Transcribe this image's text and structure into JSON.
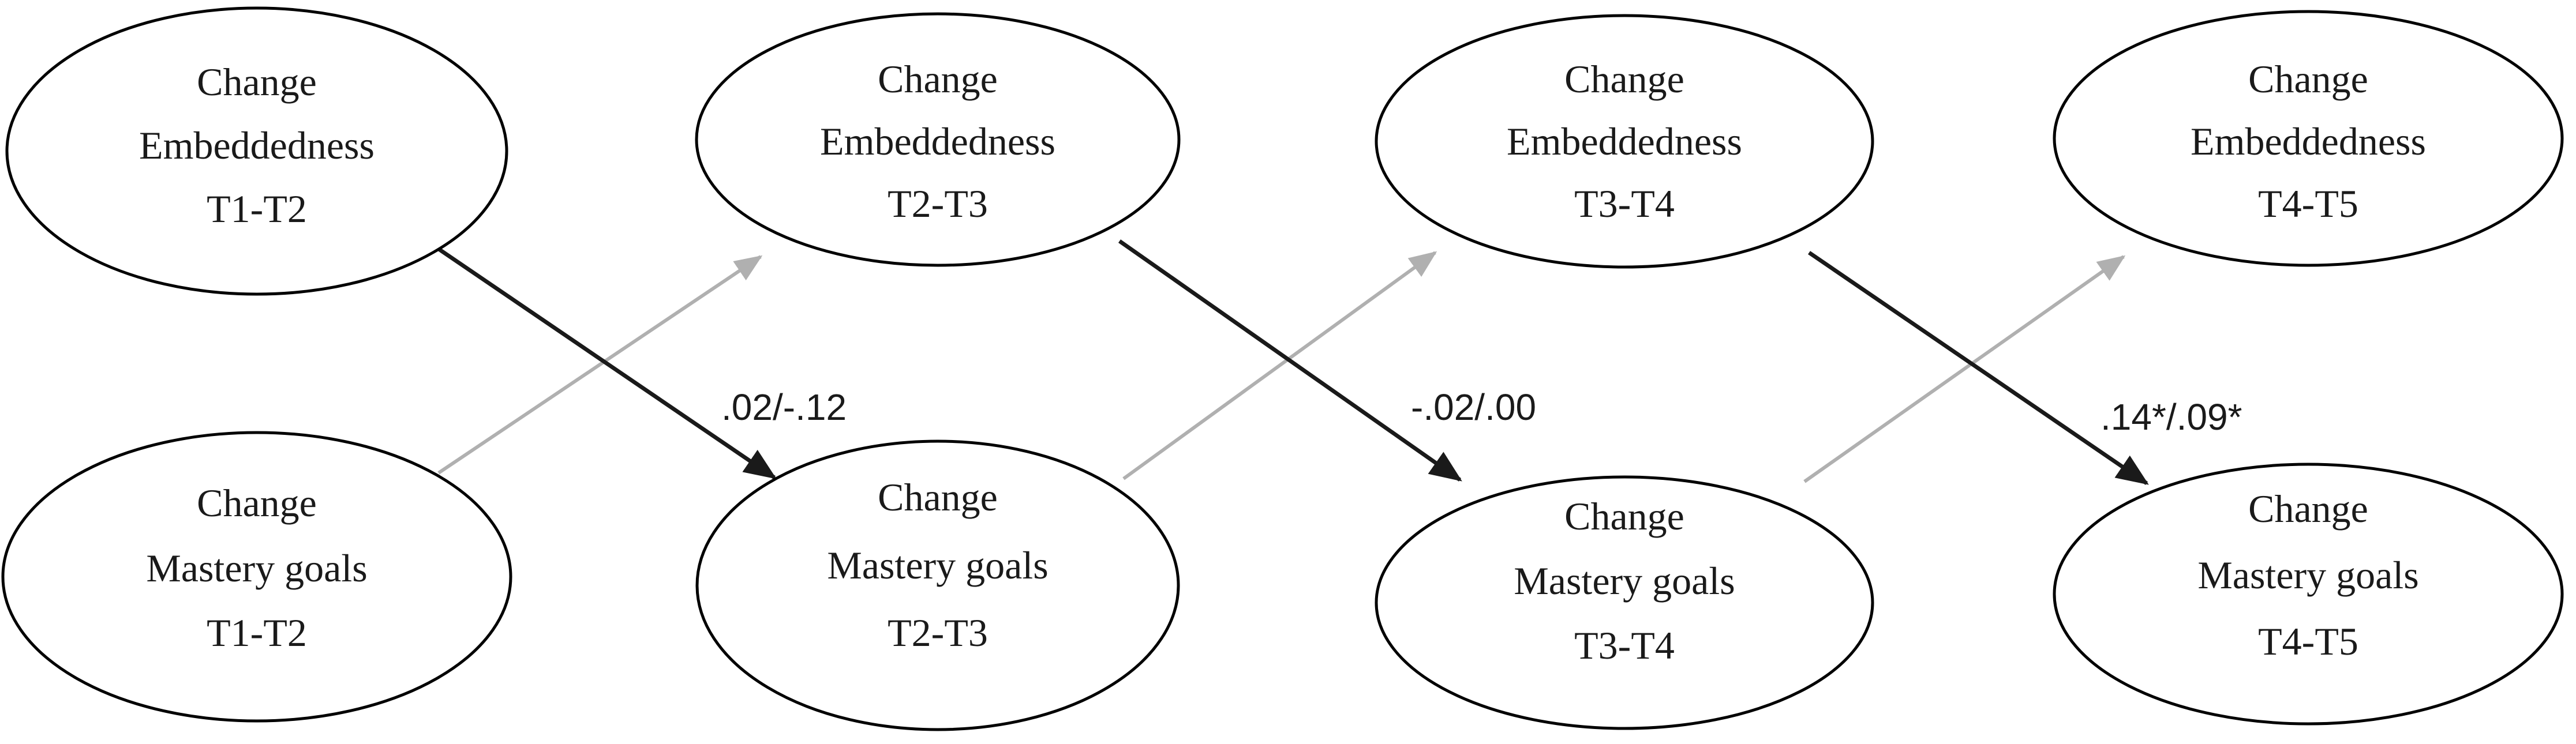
{
  "colors": {
    "dark_arrow": "#1a1a1a",
    "light_arrow": "#b0b0b0",
    "ellipse_stroke": "#000000",
    "text": "#1a1a1a"
  },
  "nodes": {
    "embeddedness": [
      {
        "line1": "Change",
        "line2": "Embeddedness",
        "line3": "T1-T2"
      },
      {
        "line1": "Change",
        "line2": "Embeddedness",
        "line3": "T2-T3"
      },
      {
        "line1": "Change",
        "line2": "Embeddedness",
        "line3": "T3-T4"
      },
      {
        "line1": "Change",
        "line2": "Embeddedness",
        "line3": "T4-T5"
      }
    ],
    "mastery": [
      {
        "line1": "Change",
        "line2": "Mastery goals",
        "line3": "T1-T2"
      },
      {
        "line1": "Change",
        "line2": "Mastery goals",
        "line3": "T2-T3"
      },
      {
        "line1": "Change",
        "line2": "Mastery goals",
        "line3": "T3-T4"
      },
      {
        "line1": "Change",
        "line2": "Mastery goals",
        "line3": "T4-T5"
      }
    ]
  },
  "paths": {
    "embeddedness_to_mastery": [
      {
        "from": "Embeddedness T1-T2",
        "to": "Mastery goals T2-T3",
        "label": ".02/-.12"
      },
      {
        "from": "Embeddedness T2-T3",
        "to": "Mastery goals T3-T4",
        "label": "-.02/.00"
      },
      {
        "from": "Embeddedness T3-T4",
        "to": "Mastery goals T4-T5",
        "label": ".14*/.09*"
      }
    ],
    "mastery_to_embeddedness": [
      {
        "from": "Mastery goals T1-T2",
        "to": "Embeddedness T2-T3"
      },
      {
        "from": "Mastery goals T2-T3",
        "to": "Embeddedness T3-T4"
      },
      {
        "from": "Mastery goals T3-T4",
        "to": "Embeddedness T4-T5"
      }
    ]
  }
}
